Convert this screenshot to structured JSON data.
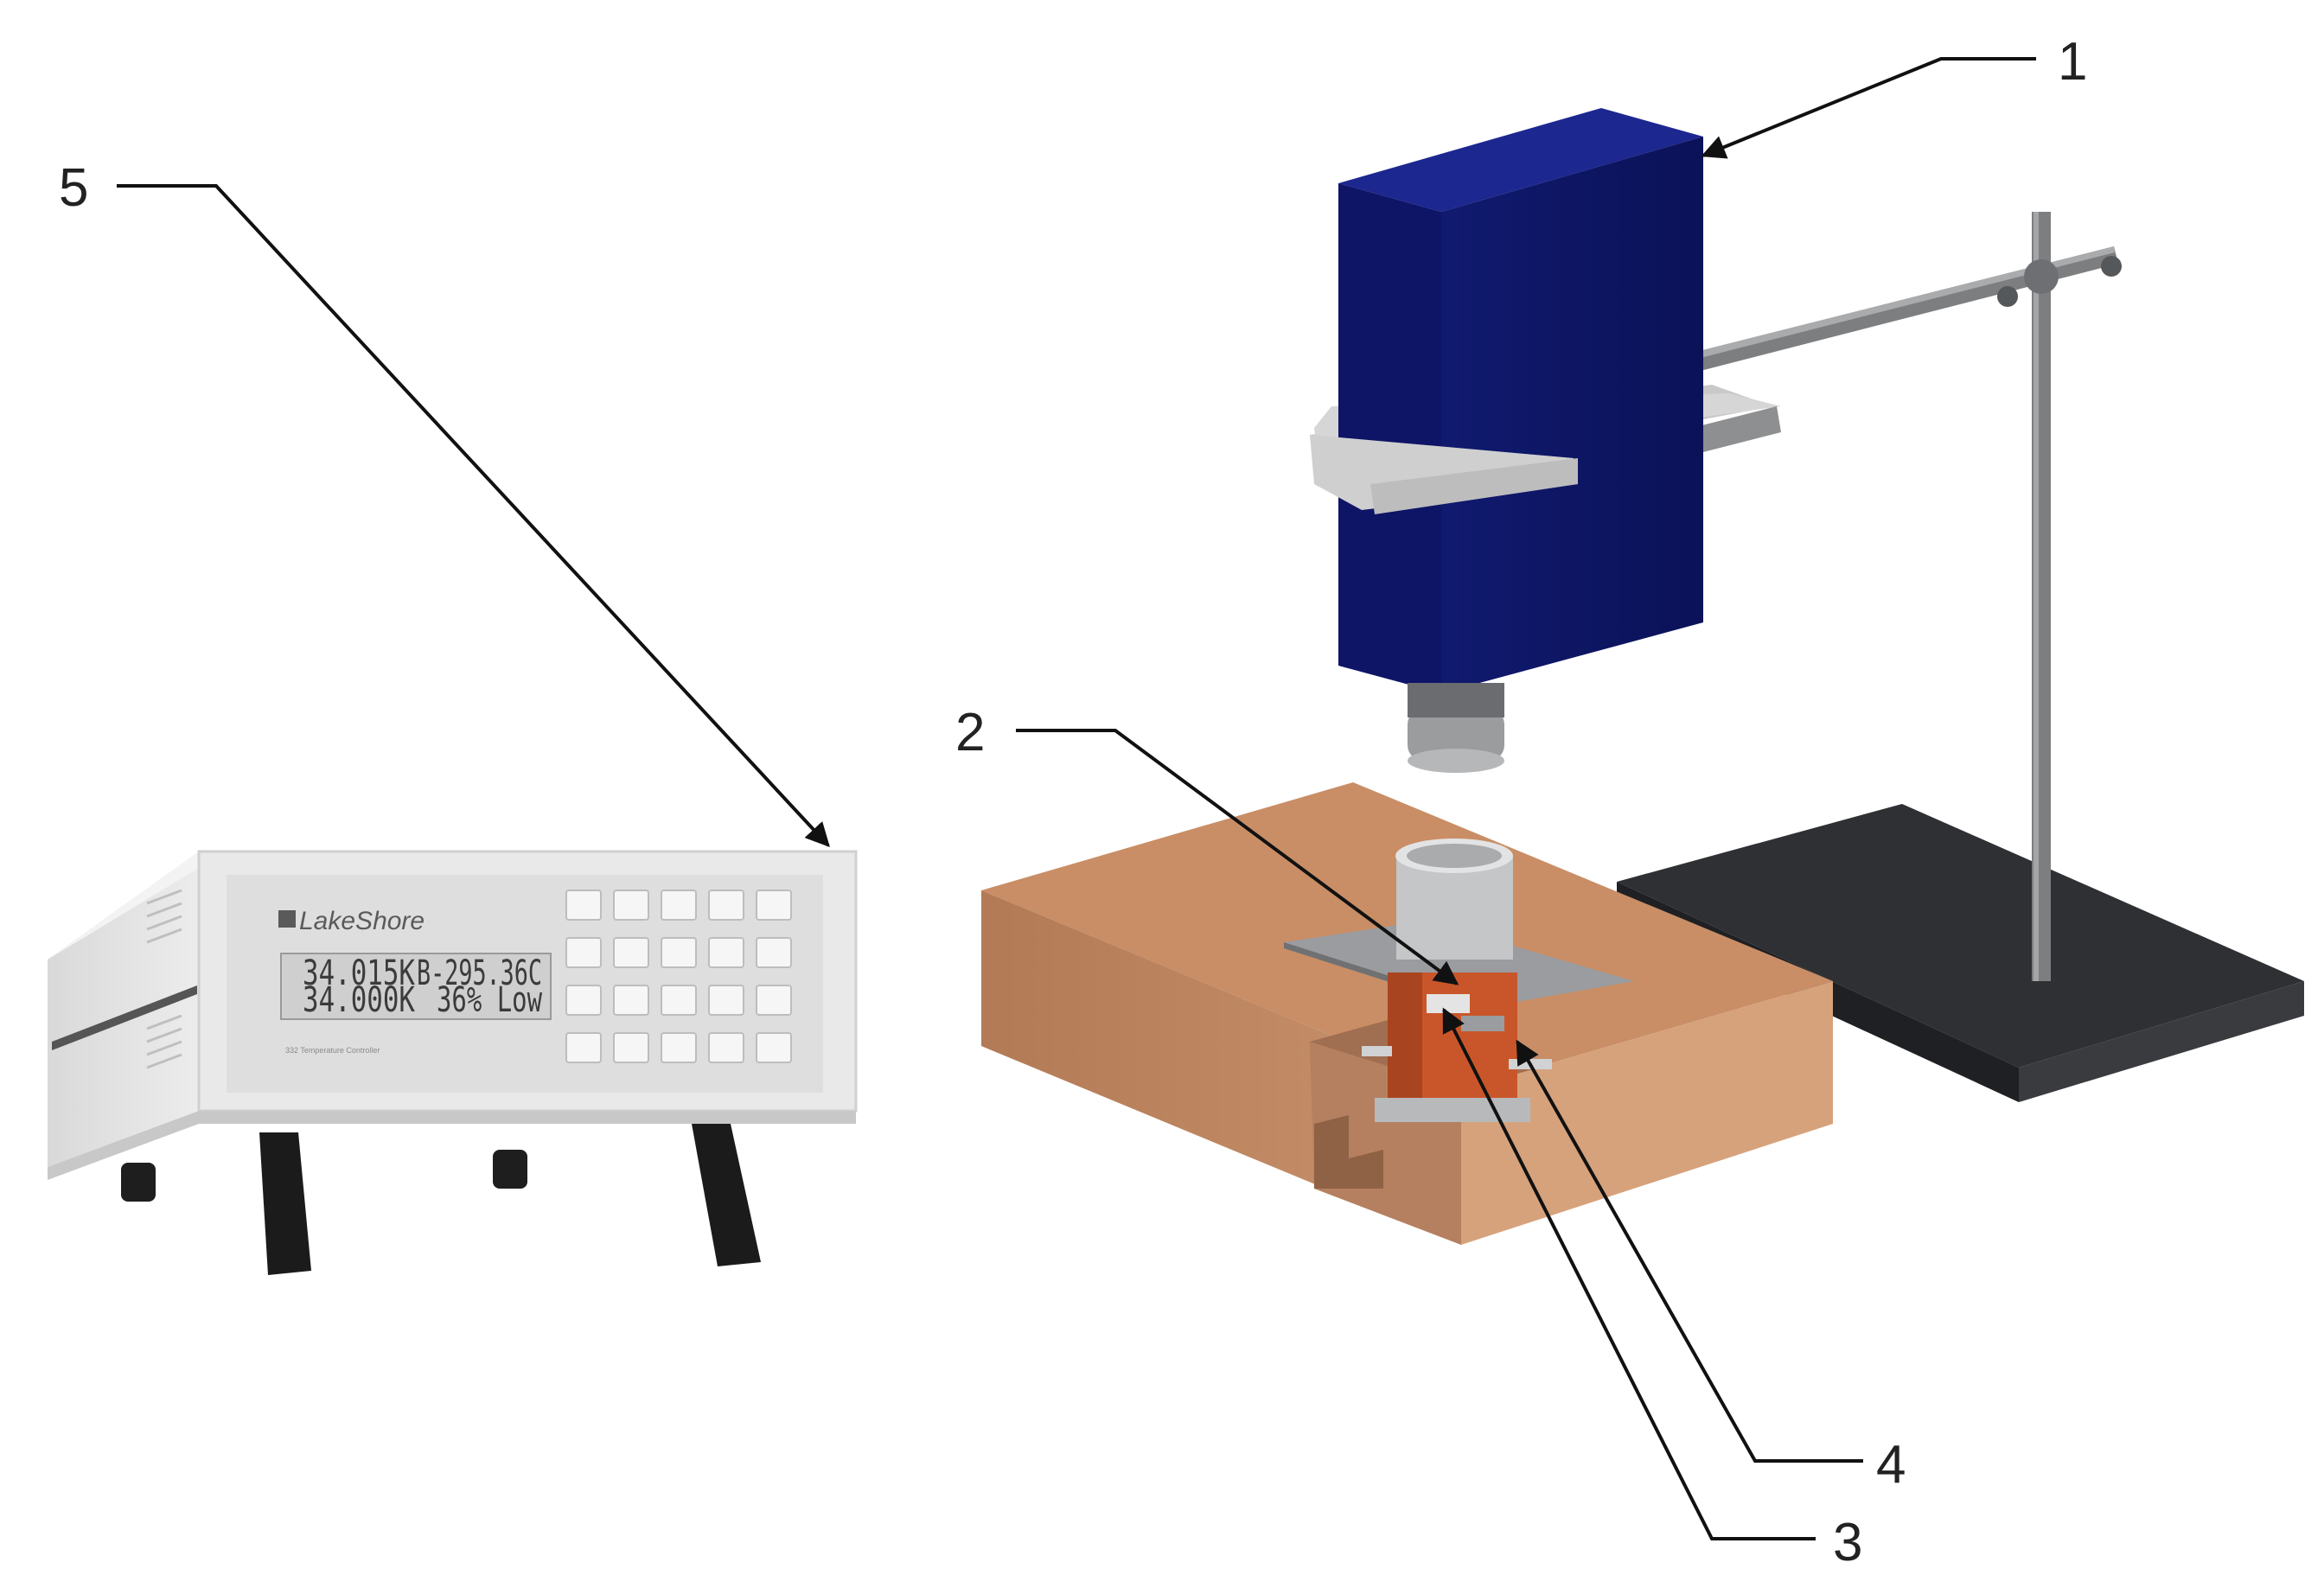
{
  "callouts": [
    {
      "id": "1",
      "label": "1"
    },
    {
      "id": "2",
      "label": "2"
    },
    {
      "id": "3",
      "label": "3"
    },
    {
      "id": "4",
      "label": "4"
    },
    {
      "id": "5",
      "label": "5"
    }
  ],
  "controller": {
    "brand": "LakeShore",
    "model_text": "332 Temperature Controller",
    "display": {
      "line1_left": "34.015K",
      "line1_right": "B-295.36C",
      "line2_left": "34.000K",
      "line2_right": "36% Low"
    }
  },
  "colors": {
    "camera_body": "#131c78",
    "insulation_block": "#c98e66",
    "sample_holder": "#c9562a",
    "stand_base": "#2e2f33",
    "rod": "#7c7e80",
    "controller_body": "#e9e9e9"
  },
  "icons": [
    "arrow-pointer-icon"
  ]
}
